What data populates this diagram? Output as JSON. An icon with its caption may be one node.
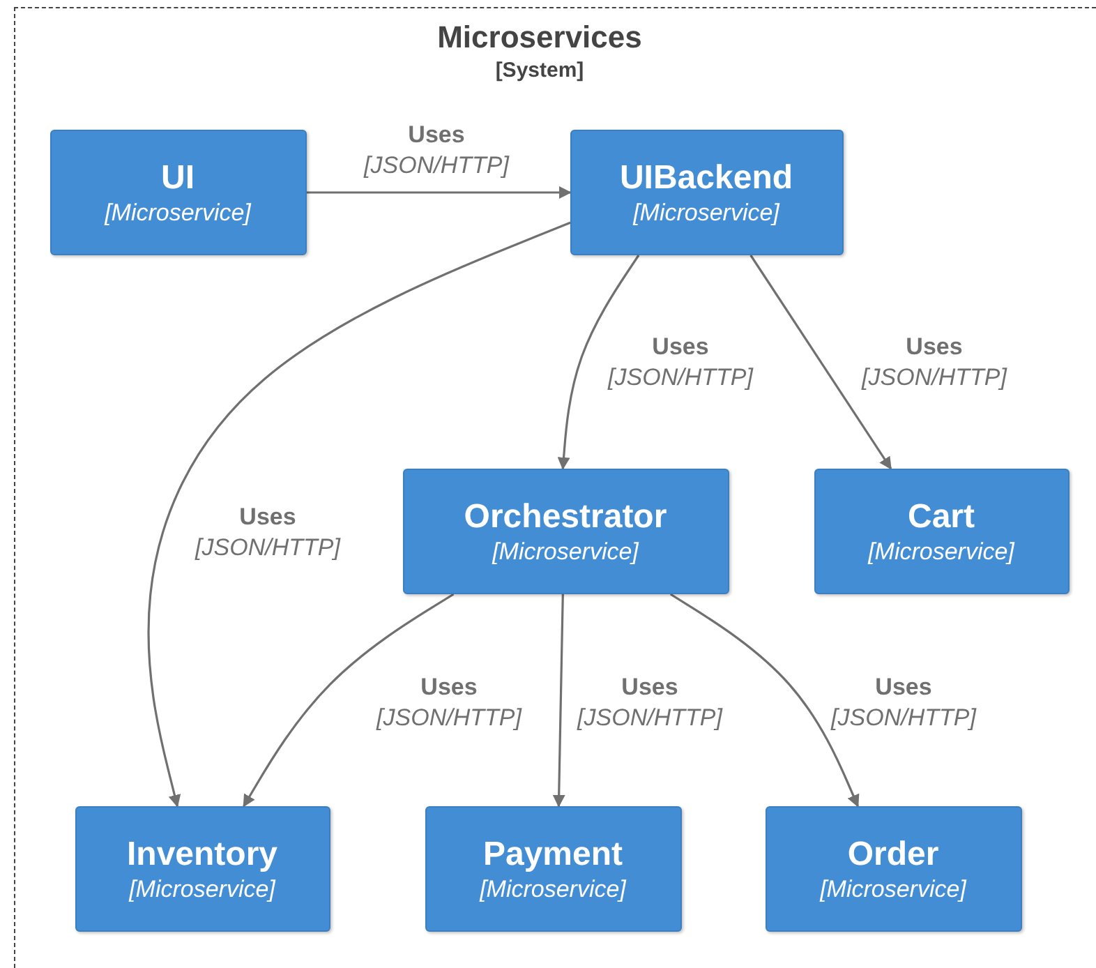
{
  "diagram": {
    "nodes": [
      {
        "text": [
          "Microservices",
          "[System]"
        ]
      },
      {
        "text": [
          "UI",
          "[Microservice]"
        ],
        "in": 0
      },
      {
        "text": [
          "UIBackend",
          "[Microservice]"
        ],
        "in": 0
      },
      {
        "text": [
          "Orchestrator",
          "[Microservice]"
        ],
        "in": 0
      },
      {
        "text": [
          "Cart",
          "[Microservice]"
        ],
        "in": 0
      },
      {
        "text": [
          "Inventory",
          "[Microservice]"
        ],
        "in": 0
      },
      {
        "text": [
          "Payment",
          "[Microservice]"
        ],
        "in": 0
      },
      {
        "text": [
          "Order",
          "[Microservice]"
        ],
        "in": 0
      }
    ],
    "edges": [
      {
        "from": 1,
        "to": 2,
        "arrow": "to",
        "label": "**Uses** *[JSON/HTTP]*"
      },
      {
        "from": 2,
        "to": 3,
        "arrow": "to",
        "label": "**Uses** *[JSON/HTTP]*"
      },
      {
        "from": 2,
        "to": 4,
        "arrow": "to",
        "label": "**Uses** *[JSON/HTTP]*"
      },
      {
        "from": 2,
        "to": 5,
        "arrow": "to",
        "label": "**Uses** *[JSON/HTTP]*"
      },
      {
        "from": 3,
        "to": 5,
        "arrow": "to",
        "label": "**Uses** *[JSON/HTTP]*"
      },
      {
        "from": 3,
        "to": 6,
        "arrow": "to",
        "label": "**Uses** *[JSON/HTTP]*"
      },
      {
        "from": 3,
        "to": 7,
        "arrow": "to",
        "label": "**Uses** *[JSON/HTTP]*"
      }
    ]
  }
}
